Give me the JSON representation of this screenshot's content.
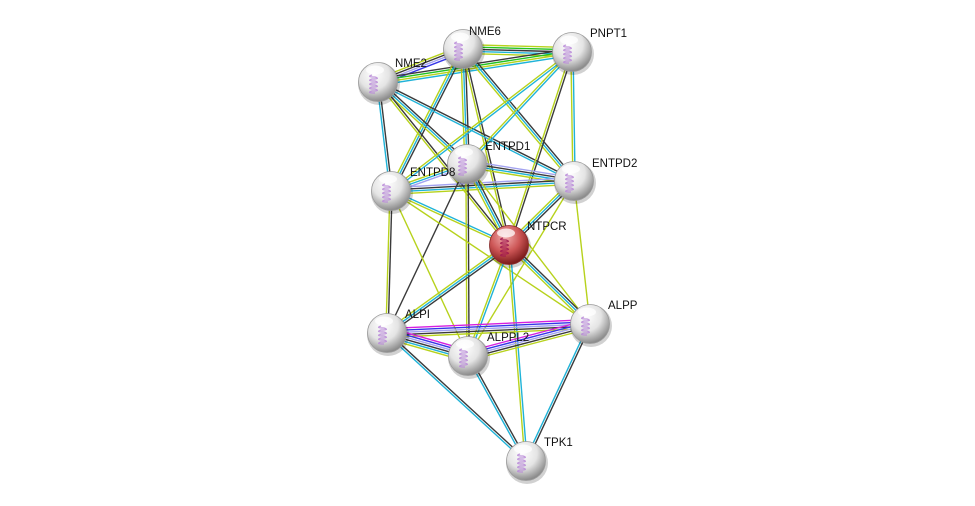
{
  "colors": {
    "black": "#3a3a3a",
    "cyan": "#1fb3d8",
    "yellowgreen": "#b7d21c",
    "blue": "#3535e8",
    "lightpurple": "#a3a3f0",
    "magenta": "#d61fdf",
    "green": "#22c222",
    "query_node": "#c94a4a",
    "node": "#e2e2e2",
    "protein_glyph": "#b88ad8"
  },
  "nodes": [
    {
      "name": "NME6"
    },
    {
      "name": "PNPT1"
    },
    {
      "name": "NME2"
    },
    {
      "name": "ENTPD1"
    },
    {
      "name": "ENTPD2"
    },
    {
      "name": "ENTPD8"
    },
    {
      "name": "NTPCR",
      "query": true
    },
    {
      "name": "ALPI"
    },
    {
      "name": "ALPP"
    },
    {
      "name": "ALPPL2"
    },
    {
      "name": "TPK1"
    }
  ],
  "edges": [
    {
      "a": "NME6",
      "b": "NME2",
      "ev": [
        "blue",
        "lightpurple",
        "black",
        "yellowgreen"
      ]
    },
    {
      "a": "NME6",
      "b": "PNPT1",
      "ev": [
        "yellowgreen",
        "green",
        "black",
        "cyan",
        "yellowgreen"
      ]
    },
    {
      "a": "NME2",
      "b": "PNPT1",
      "ev": [
        "black",
        "green",
        "yellowgreen",
        "cyan"
      ]
    },
    {
      "a": "NME6",
      "b": "ENTPD1",
      "ev": [
        "black",
        "cyan",
        "yellowgreen"
      ]
    },
    {
      "a": "NME6",
      "b": "ENTPD2",
      "ev": [
        "black",
        "cyan",
        "yellowgreen"
      ]
    },
    {
      "a": "NME6",
      "b": "ENTPD8",
      "ev": [
        "black",
        "cyan",
        "yellowgreen"
      ]
    },
    {
      "a": "NME6",
      "b": "NTPCR",
      "ev": [
        "black",
        "yellowgreen"
      ]
    },
    {
      "a": "NME2",
      "b": "ENTPD1",
      "ev": [
        "black",
        "cyan",
        "yellowgreen"
      ]
    },
    {
      "a": "NME2",
      "b": "ENTPD2",
      "ev": [
        "black",
        "cyan"
      ]
    },
    {
      "a": "NME2",
      "b": "ENTPD8",
      "ev": [
        "black",
        "cyan"
      ]
    },
    {
      "a": "NME2",
      "b": "NTPCR",
      "ev": [
        "black",
        "yellowgreen"
      ]
    },
    {
      "a": "PNPT1",
      "b": "ENTPD1",
      "ev": [
        "cyan",
        "yellowgreen"
      ]
    },
    {
      "a": "PNPT1",
      "b": "ENTPD8",
      "ev": [
        "cyan",
        "yellowgreen"
      ]
    },
    {
      "a": "PNPT1",
      "b": "ENTPD2",
      "ev": [
        "cyan",
        "yellowgreen"
      ]
    },
    {
      "a": "PNPT1",
      "b": "NTPCR",
      "ev": [
        "black",
        "yellowgreen"
      ]
    },
    {
      "a": "ENTPD1",
      "b": "ENTPD2",
      "ev": [
        "lightpurple",
        "black",
        "cyan",
        "yellowgreen"
      ]
    },
    {
      "a": "ENTPD1",
      "b": "ENTPD8",
      "ev": [
        "lightpurple",
        "cyan",
        "yellowgreen"
      ]
    },
    {
      "a": "ENTPD8",
      "b": "ENTPD2",
      "ev": [
        "lightpurple",
        "black",
        "cyan",
        "yellowgreen"
      ]
    },
    {
      "a": "ENTPD1",
      "b": "NTPCR",
      "ev": [
        "black",
        "cyan",
        "yellowgreen"
      ]
    },
    {
      "a": "ENTPD2",
      "b": "NTPCR",
      "ev": [
        "black",
        "cyan",
        "yellowgreen"
      ]
    },
    {
      "a": "ENTPD8",
      "b": "NTPCR",
      "ev": [
        "cyan",
        "yellowgreen"
      ]
    },
    {
      "a": "ENTPD8",
      "b": "ALPI",
      "ev": [
        "black",
        "yellowgreen"
      ]
    },
    {
      "a": "ENTPD1",
      "b": "ALPI",
      "ev": [
        "black"
      ]
    },
    {
      "a": "ENTPD1",
      "b": "ALPPL2",
      "ev": [
        "black",
        "yellowgreen"
      ]
    },
    {
      "a": "ENTPD8",
      "b": "ALPPL2",
      "ev": [
        "yellowgreen"
      ]
    },
    {
      "a": "ENTPD8",
      "b": "ALPP",
      "ev": [
        "yellowgreen"
      ]
    },
    {
      "a": "ENTPD2",
      "b": "ALPP",
      "ev": [
        "yellowgreen"
      ]
    },
    {
      "a": "ENTPD1",
      "b": "ALPP",
      "ev": [
        "yellowgreen"
      ]
    },
    {
      "a": "ENTPD2",
      "b": "ALPPL2",
      "ev": [
        "yellowgreen"
      ]
    },
    {
      "a": "NTPCR",
      "b": "ALPI",
      "ev": [
        "black",
        "cyan",
        "yellowgreen"
      ]
    },
    {
      "a": "NTPCR",
      "b": "ALPP",
      "ev": [
        "black",
        "cyan",
        "yellowgreen"
      ]
    },
    {
      "a": "NTPCR",
      "b": "ALPPL2",
      "ev": [
        "cyan",
        "yellowgreen"
      ]
    },
    {
      "a": "NTPCR",
      "b": "TPK1",
      "ev": [
        "cyan",
        "yellowgreen"
      ]
    },
    {
      "a": "ALPI",
      "b": "ALPP",
      "ev": [
        "magenta",
        "blue",
        "lightpurple",
        "black",
        "yellowgreen"
      ]
    },
    {
      "a": "ALPI",
      "b": "ALPPL2",
      "ev": [
        "magenta",
        "blue",
        "lightpurple",
        "black",
        "cyan",
        "yellowgreen"
      ]
    },
    {
      "a": "ALPPL2",
      "b": "ALPP",
      "ev": [
        "magenta",
        "blue",
        "lightpurple",
        "black",
        "yellowgreen"
      ]
    },
    {
      "a": "ALPI",
      "b": "TPK1",
      "ev": [
        "black",
        "cyan"
      ]
    },
    {
      "a": "ALPPL2",
      "b": "TPK1",
      "ev": [
        "black",
        "cyan"
      ]
    },
    {
      "a": "ALPP",
      "b": "TPK1",
      "ev": [
        "black",
        "cyan"
      ]
    }
  ]
}
